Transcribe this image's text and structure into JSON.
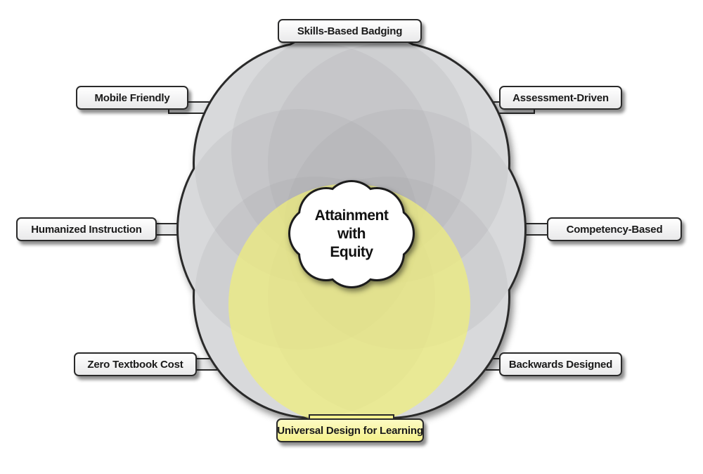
{
  "center": {
    "title_line1": "Attainment",
    "title_line2": "with",
    "title_line3": "Equity"
  },
  "labels": {
    "top": "Skills-Based Badging",
    "top_left": "Mobile Friendly",
    "top_right": "Assessment-Driven",
    "left": "Humanized Instruction",
    "right": "Competency-Based",
    "bottom_left": "Zero Textbook Cost",
    "bottom_right": "Backwards Designed",
    "bottom": "Universal Design for Learning"
  },
  "colors": {
    "petal_fill": "#c4c6c9",
    "outer_fill": "#e4e5e6",
    "highlight_fill": "#f0ef7a",
    "outline": "#2a2a2a"
  }
}
